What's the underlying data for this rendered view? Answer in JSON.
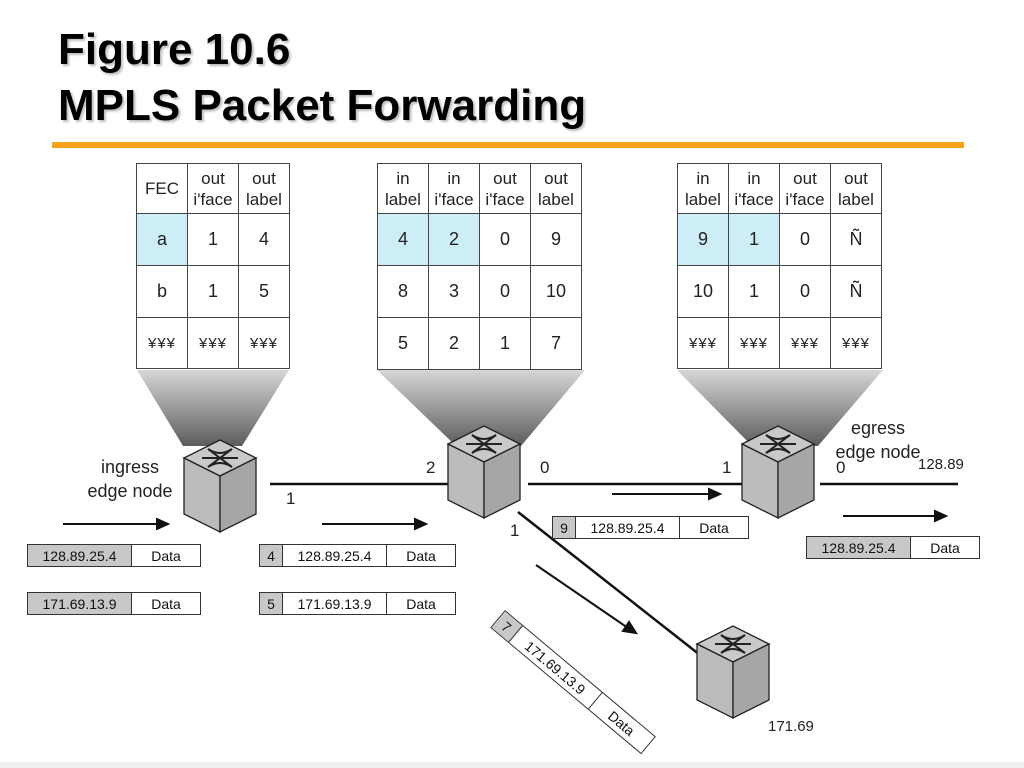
{
  "title_line1": "Figure 10.6",
  "title_line2": "MPLS Packet Forwarding",
  "tables": {
    "ingress": {
      "headers": [
        "FEC",
        "out i'face",
        "out label"
      ],
      "rows": [
        [
          "a",
          "1",
          "4"
        ],
        [
          "b",
          "1",
          "5"
        ]
      ],
      "dots": [
        "¥¥¥",
        "¥¥¥",
        "¥¥¥"
      ]
    },
    "core": {
      "headers": [
        "in label",
        "in i'face",
        "out i'face",
        "out label"
      ],
      "rows": [
        [
          "4",
          "2",
          "0",
          "9"
        ],
        [
          "8",
          "3",
          "0",
          "10"
        ],
        [
          "5",
          "2",
          "1",
          "7"
        ]
      ]
    },
    "egress": {
      "headers": [
        "in label",
        "in i'face",
        "out i'face",
        "out label"
      ],
      "rows": [
        [
          "9",
          "1",
          "0",
          "Ñ"
        ],
        [
          "10",
          "1",
          "0",
          "Ñ"
        ]
      ],
      "dots": [
        "¥¥¥",
        "¥¥¥",
        "¥¥¥",
        "¥¥¥"
      ]
    }
  },
  "labels": {
    "ingress_node": "ingress\nedge node",
    "egress_node": "egress\nedge node",
    "port_ingress_1": "1",
    "port_core_2": "2",
    "port_core_0": "0",
    "port_core_1": "1",
    "port_egress_1": "1",
    "port_egress_0": "0",
    "dest_egress": "128.89",
    "dest_lower": "171.69"
  },
  "packets": {
    "ingress_p1": {
      "addr": "128.89.25.4",
      "data": "Data"
    },
    "ingress_p2": {
      "addr": "171.69.13.9",
      "data": "Data"
    },
    "core_p1": {
      "label": "4",
      "addr": "128.89.25.4",
      "data": "Data"
    },
    "core_p2": {
      "label": "5",
      "addr": "171.69.13.9",
      "data": "Data"
    },
    "top_link": {
      "label": "9",
      "addr": "128.89.25.4",
      "data": "Data"
    },
    "diagonal": {
      "label": "7",
      "addr": "171.69.13.9",
      "data": "Data"
    },
    "egress_out": {
      "addr": "128.89.25.4",
      "data": "Data"
    }
  },
  "colors": {
    "accent": "#f7a21b",
    "highlight": "#cdeef6",
    "node": "#b4b4b4",
    "packet_label": "#c8c8c8"
  }
}
